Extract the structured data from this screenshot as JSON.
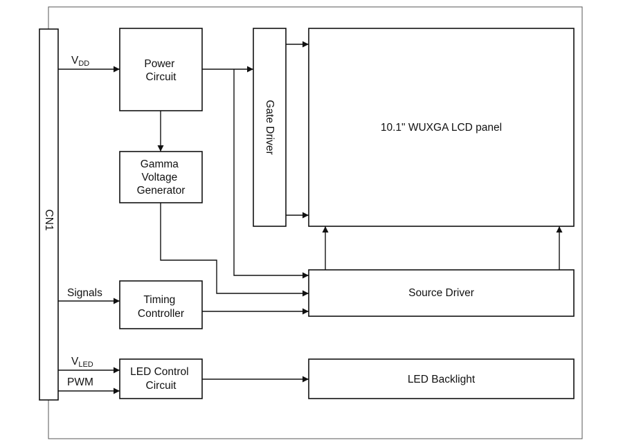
{
  "connector": {
    "label": "CN1"
  },
  "blocks": {
    "power_circuit": [
      "Power",
      "Circuit"
    ],
    "gamma_generator": [
      "Gamma",
      "Voltage",
      "Generator"
    ],
    "timing_controller": [
      "Timing",
      "Controller"
    ],
    "led_control": [
      "LED Control",
      "Circuit"
    ],
    "gate_driver": "Gate Driver",
    "lcd_panel": "10.1\" WUXGA LCD panel",
    "source_driver": "Source Driver",
    "led_backlight": "LED Backlight"
  },
  "signals": {
    "vdd": {
      "main": "V",
      "sub": "DD"
    },
    "signals": "Signals",
    "vled": {
      "main": "V",
      "sub": "LED"
    },
    "pwm": "PWM"
  }
}
